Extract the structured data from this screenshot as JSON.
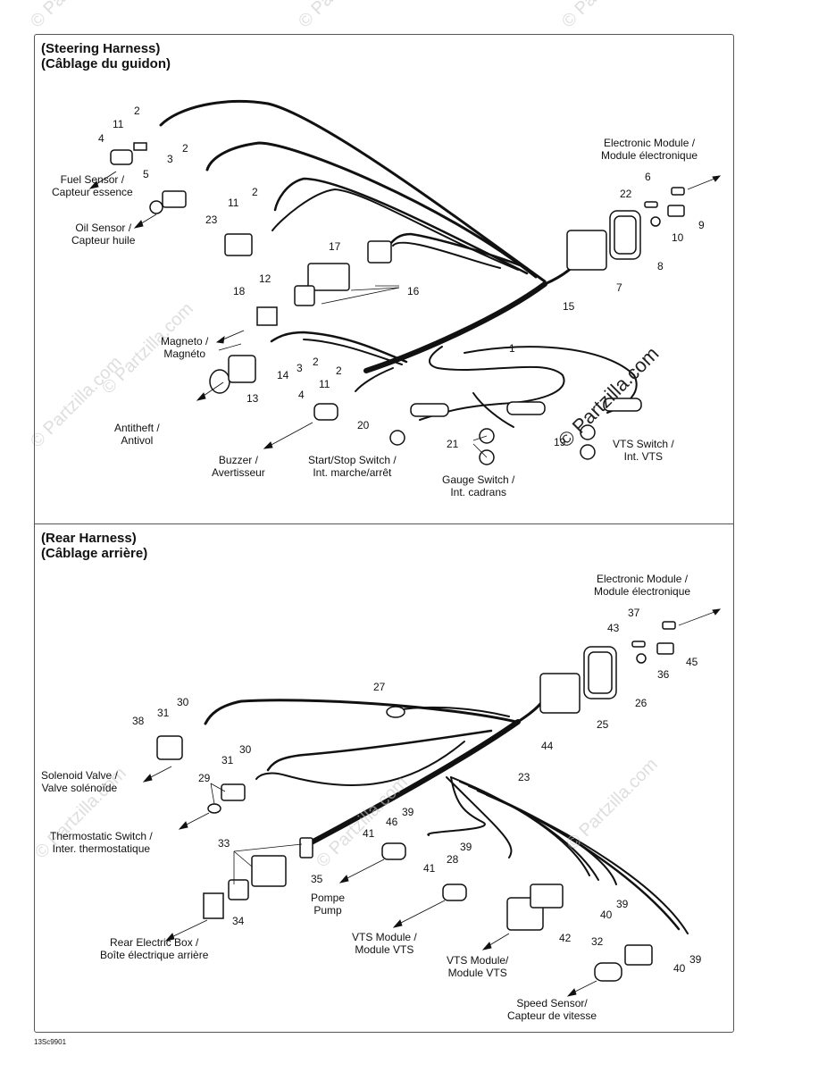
{
  "watermark": "© Partzilla.com",
  "ref_code": "13Sc9901",
  "steering": {
    "title_en": "(Steering Harness)",
    "title_fr": "(Câblage du guidon)",
    "labels": {
      "fuel_sensor": "Fuel Sensor /\nCapteur essence",
      "oil_sensor": "Oil Sensor /\nCapteur huile",
      "magneto": "Magneto /\nMagnéto",
      "antitheft": "Antitheft /\nAntivol",
      "buzzer": "Buzzer /\nAvertisseur",
      "start_stop": "Start/Stop Switch /\nInt. marche/arrêt",
      "gauge_switch": "Gauge Switch /\nInt. cadrans",
      "vts_switch": "VTS Switch /\nInt. VTS",
      "electronic_module": "Electronic Module /\nModule électronique"
    },
    "numbers": [
      "2",
      "11",
      "4",
      "3",
      "2",
      "5",
      "11",
      "2",
      "23",
      "17",
      "12",
      "16",
      "18",
      "15",
      "7",
      "6",
      "22",
      "9",
      "10",
      "8",
      "1",
      "2",
      "3",
      "14",
      "2",
      "11",
      "13",
      "4",
      "20",
      "21",
      "19"
    ]
  },
  "rear": {
    "title_en": "(Rear Harness)",
    "title_fr": "(Câblage arrière)",
    "labels": {
      "electronic_module": "Electronic Module /\nModule électronique",
      "solenoid_valve": "Solenoid Valve /\nValve solénoïde",
      "thermostatic_switch": "Thermostatic Switch /\nInter. thermostatique",
      "pump": "Pompe\nPump",
      "rear_electric_box": "Rear Electric Box /\nBoîte électrique arrière",
      "vts_module_1": "VTS Module /\nModule VTS",
      "vts_module_2": "VTS Module/\nModule VTS",
      "speed_sensor": "Speed Sensor/\nCapteur de vitesse"
    },
    "numbers": [
      "37",
      "43",
      "45",
      "36",
      "26",
      "25",
      "27",
      "44",
      "38",
      "31",
      "30",
      "31",
      "30",
      "23",
      "29",
      "39",
      "46",
      "41",
      "33",
      "35",
      "28",
      "39",
      "41",
      "34",
      "39",
      "40",
      "42",
      "32",
      "39",
      "40"
    ]
  }
}
